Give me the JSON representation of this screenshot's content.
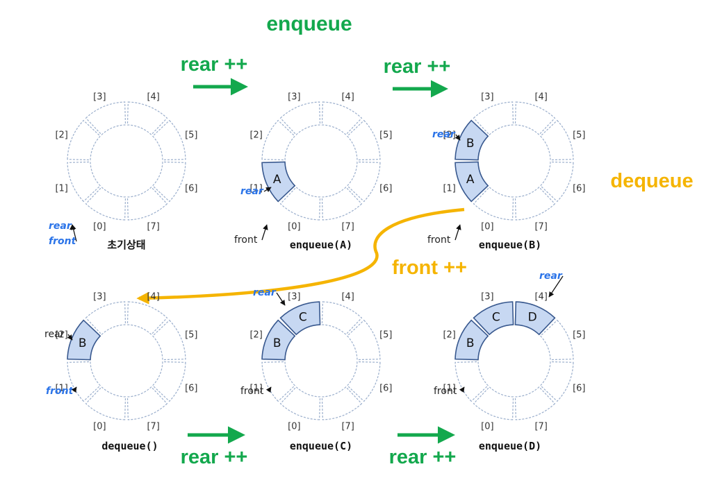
{
  "headers": {
    "enqueue_top": "enqueue",
    "rear_inc_1": "rear ++",
    "rear_inc_2": "rear ++",
    "dequeue": "dequeue",
    "front_inc": "front ++",
    "rear_inc_3": "rear ++",
    "rear_inc_4": "rear ++"
  },
  "colors": {
    "green": "#13a84d",
    "gold": "#f5b400",
    "blue_label": "#2a73e8",
    "filled_cell": "#c7d8f2",
    "empty_cell_stroke": "#9aaecc"
  },
  "queues": [
    {
      "caption": "초기상태",
      "filled": {},
      "pointers": [
        {
          "text": "rear",
          "style": "blue",
          "index": 0
        },
        {
          "text": "front",
          "style": "blue",
          "index": 0
        }
      ]
    },
    {
      "caption": "enqueue(A)",
      "filled": {
        "1": "A"
      },
      "pointers": [
        {
          "text": "rear",
          "style": "blue",
          "index": 1
        },
        {
          "text": "front",
          "style": "dark",
          "index": 0
        }
      ]
    },
    {
      "caption": "enqueue(B)",
      "filled": {
        "1": "A",
        "2": "B"
      },
      "pointers": [
        {
          "text": "rear",
          "style": "blue",
          "index": 2
        },
        {
          "text": "front",
          "style": "dark",
          "index": 0
        }
      ]
    },
    {
      "caption": "dequeue()",
      "filled": {
        "2": "B"
      },
      "pointers": [
        {
          "text": "rear",
          "style": "dark",
          "index": 2
        },
        {
          "text": "front",
          "style": "blue",
          "index": 1
        }
      ]
    },
    {
      "caption": "enqueue(C)",
      "filled": {
        "2": "B",
        "3": "C"
      },
      "pointers": [
        {
          "text": "rear",
          "style": "blue",
          "index": 3
        },
        {
          "text": "front",
          "style": "dark",
          "index": 1
        }
      ]
    },
    {
      "caption": "enqueue(D)",
      "filled": {
        "2": "B",
        "3": "C",
        "4": "D"
      },
      "pointers": [
        {
          "text": "rear",
          "style": "blue",
          "index": 4
        },
        {
          "text": "front",
          "style": "dark",
          "index": 1
        }
      ]
    }
  ],
  "index_labels": [
    "[0]",
    "[1]",
    "[2]",
    "[3]",
    "[4]",
    "[5]",
    "[6]",
    "[7]"
  ]
}
